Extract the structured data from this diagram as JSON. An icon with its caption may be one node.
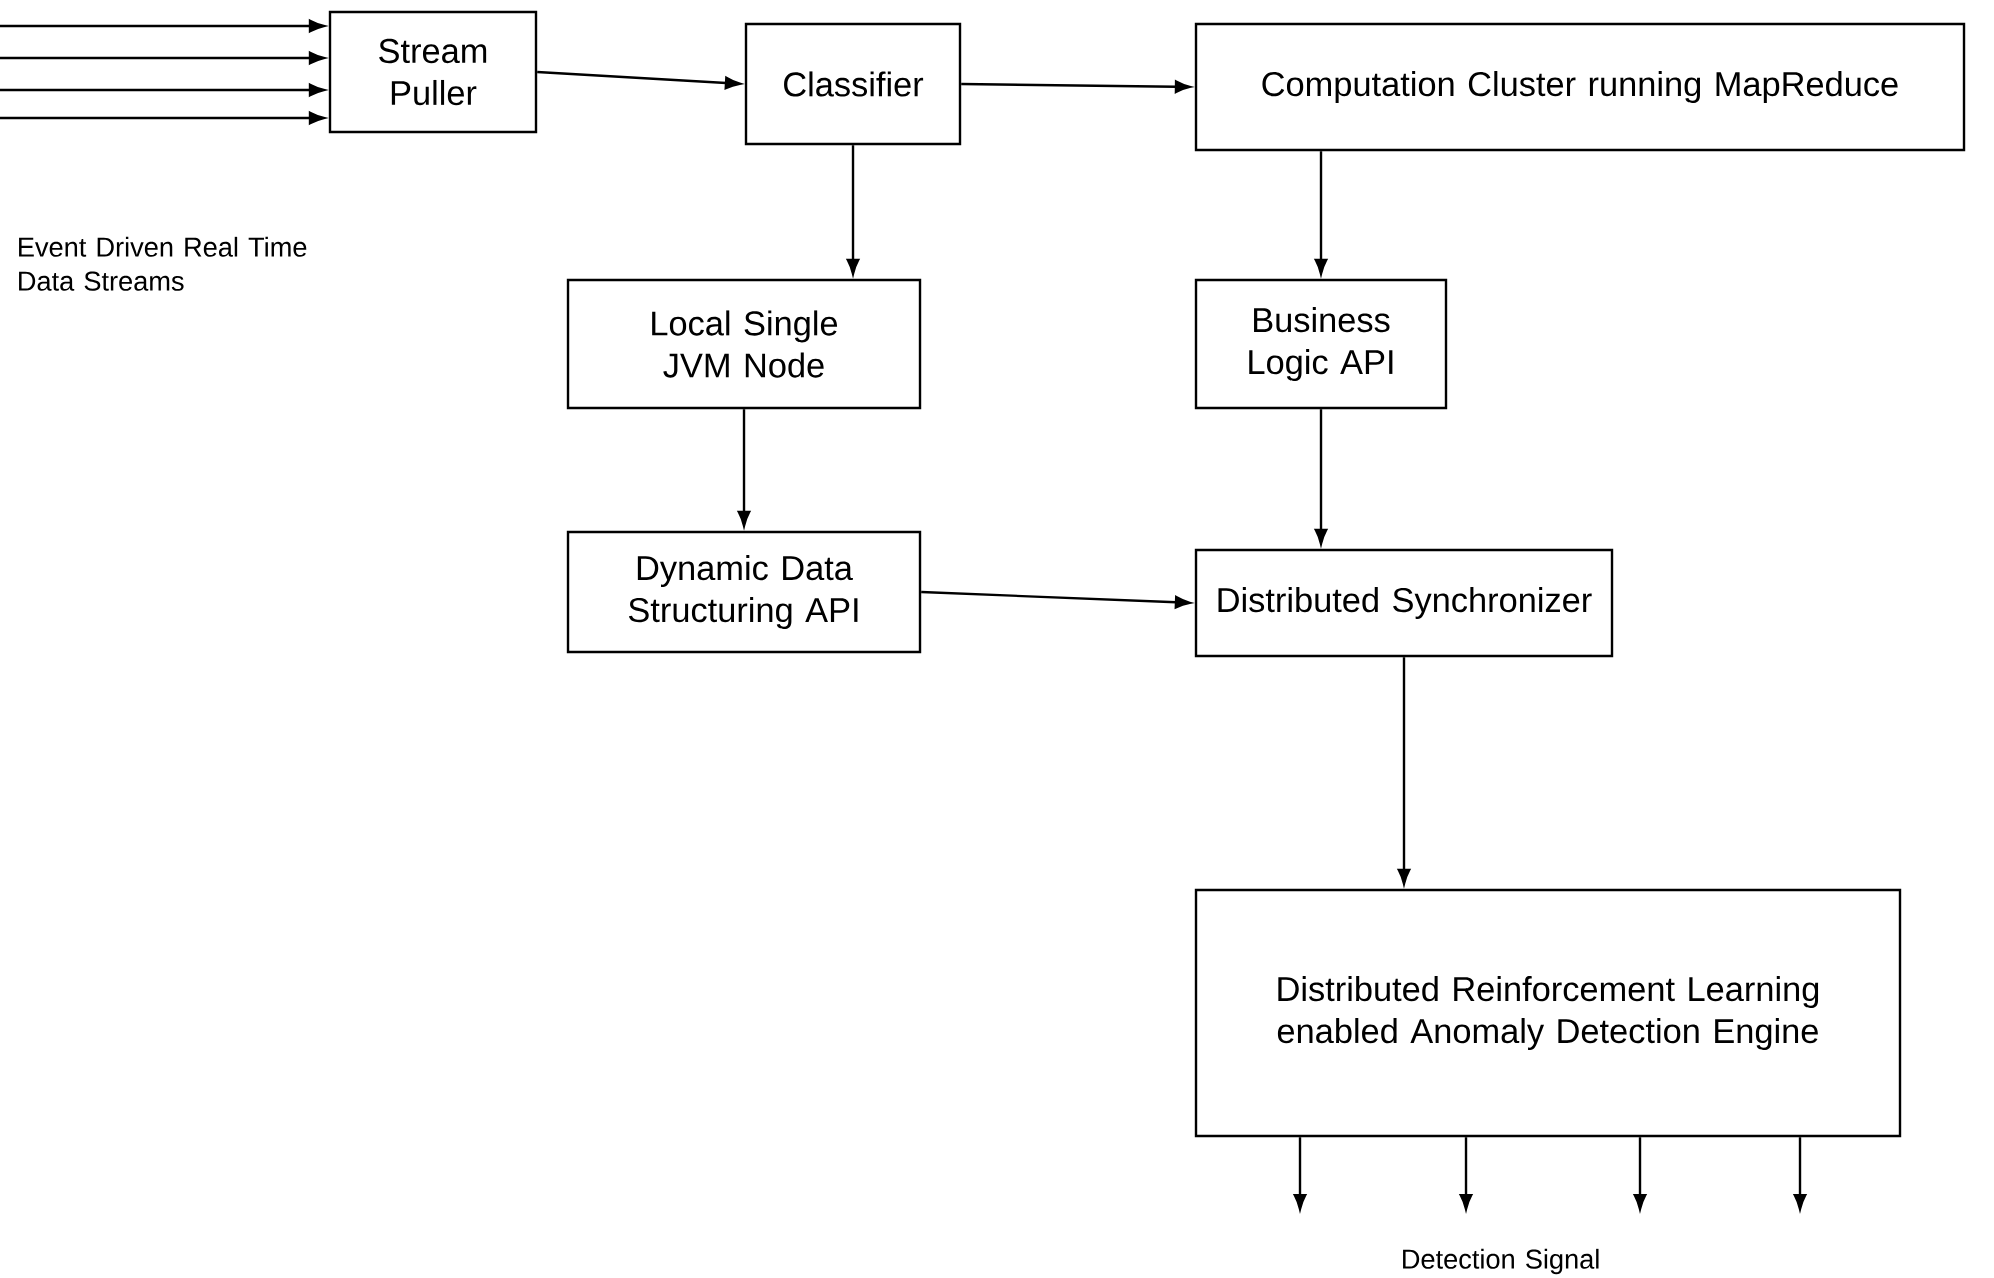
{
  "diagram": {
    "nodes": [
      {
        "text": [
          "Stream Puller"
        ]
      },
      {
        "text": [
          "Classifier"
        ]
      },
      {
        "text": [
          "Computation Cluster running MapReduce"
        ]
      },
      {
        "text": [
          "Local Single JVM Node"
        ]
      },
      {
        "text": [
          "Business Logic API"
        ]
      },
      {
        "text": [
          "Dynamic Data Structuring API"
        ]
      },
      {
        "text": [
          "Distributed Synchronizer"
        ]
      },
      {
        "text": [
          "Distributed Reinforcement Learning enabled Anomaly Detection Engine"
        ]
      }
    ],
    "edges": [
      {
        "from": null,
        "to": 0,
        "arrow": "to"
      },
      {
        "from": null,
        "to": 0,
        "arrow": "to"
      },
      {
        "from": null,
        "to": 0,
        "arrow": "to"
      },
      {
        "from": null,
        "to": 0,
        "arrow": "to"
      },
      {
        "from": 0,
        "to": 1,
        "arrow": "to"
      },
      {
        "from": 1,
        "to": 2,
        "arrow": "to"
      },
      {
        "from": 1,
        "to": 3,
        "arrow": "to"
      },
      {
        "from": 2,
        "to": 4,
        "arrow": "to"
      },
      {
        "from": 3,
        "to": 5,
        "arrow": "to"
      },
      {
        "from": 4,
        "to": 6,
        "arrow": "to"
      },
      {
        "from": 5,
        "to": 6,
        "arrow": "to"
      },
      {
        "from": 6,
        "to": 7,
        "arrow": "to"
      },
      {
        "from": 7,
        "to": null,
        "arrow": "to"
      },
      {
        "from": 7,
        "to": null,
        "arrow": "to"
      },
      {
        "from": 7,
        "to": null,
        "arrow": "to"
      },
      {
        "from": 7,
        "to": null,
        "arrow": "to"
      }
    ],
    "labels": [
      "Event Driven Real Time Data Streams",
      "Detection Signal"
    ]
  }
}
